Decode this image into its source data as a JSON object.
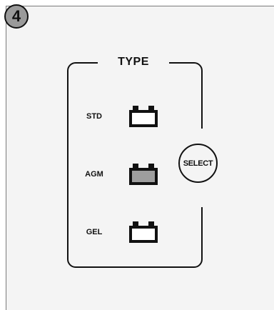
{
  "step": {
    "number": "4"
  },
  "group": {
    "title": "TYPE"
  },
  "select_button": {
    "label": "SELECT"
  },
  "battery_types": [
    {
      "label": "STD",
      "fill_color": "#ffffff"
    },
    {
      "label": "AGM",
      "fill_color": "#9e9e9e"
    },
    {
      "label": "GEL",
      "fill_color": "#ffffff"
    }
  ]
}
